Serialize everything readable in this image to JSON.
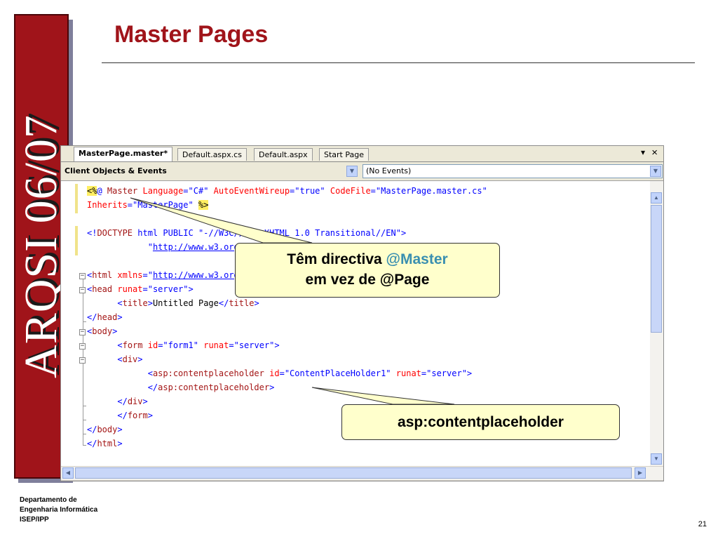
{
  "slide": {
    "title": "Master Pages",
    "side_label": "ARQSI 06/07",
    "footer_org": [
      "Departamento de",
      "Engenharia Informática",
      "ISEP/IPP"
    ],
    "page_number": "21"
  },
  "ide": {
    "tabs": [
      {
        "label": "MasterPage.master*",
        "active": true
      },
      {
        "label": "Default.aspx.cs",
        "active": false
      },
      {
        "label": "Default.aspx",
        "active": false
      },
      {
        "label": "Start Page",
        "active": false
      }
    ],
    "close_glyph": "×",
    "dropdown_glyph": "▾",
    "object_combo": "Client Objects & Events",
    "event_combo": "(No Events)"
  },
  "code": {
    "l1": {
      "delim": "<%",
      "at": "@ ",
      "dir": "Master",
      "a1": "Language",
      "v1": "\"C#\"",
      "a2": "AutoEventWireup",
      "v2": "\"true\"",
      "a3": "CodeFile",
      "v3": "\"MasterPage.master.cs\""
    },
    "l2": {
      "attr": "Inherits",
      "val": "\"MasterPage\"",
      "delim": "%>"
    },
    "l3": {
      "open": "<!",
      "kw": "DOCTYPE",
      "rest": " html PUBLIC \"-//W3C//DTD XHTML 1.0 Transitional//EN\""
    },
    "l4": {
      "indent": "            ",
      "q1": "\"",
      "url": "http://www.w3.org/TR/xhtml1/DTD/xhtml1-transitional.dtd",
      "q2": "\"",
      "close": ">"
    },
    "l5": {
      "tag": "html",
      "attr": "xmlns",
      "url": "http://www.w3.org/1999/xhtml"
    },
    "l6": {
      "tag": "head",
      "attr": "runat",
      "val": "\"server\""
    },
    "l7": {
      "indent": "      ",
      "tag": "title",
      "text": "Untitled Page",
      "ctag": "title"
    },
    "l8": {
      "tag": "head"
    },
    "l9": {
      "tag": "body"
    },
    "l10": {
      "indent": "      ",
      "tag": "form",
      "a1": "id",
      "v1": "\"form1\"",
      "a2": "runat",
      "v2": "\"server\""
    },
    "l11": {
      "indent": "      ",
      "tag": "div"
    },
    "l12": {
      "indent": "            ",
      "tag": "asp:contentplaceholder",
      "a1": "id",
      "v1": "\"ContentPlaceHolder1\"",
      "a2": "runat",
      "v2": "\"server\""
    },
    "l13": {
      "indent": "            ",
      "tag": "asp:contentplaceholder"
    },
    "l14": {
      "indent": "      ",
      "tag": "div"
    },
    "l15": {
      "indent": "      ",
      "tag": "form"
    },
    "l16": {
      "tag": "body"
    },
    "l17": {
      "tag": "html"
    }
  },
  "callouts": {
    "directive_prefix": "Têm directiva ",
    "directive_keyword": "@Master",
    "directive_line2": "em vez de @Page",
    "placeholder": "asp:contentplaceholder",
    "keyword_color": "#3a8fb0"
  }
}
